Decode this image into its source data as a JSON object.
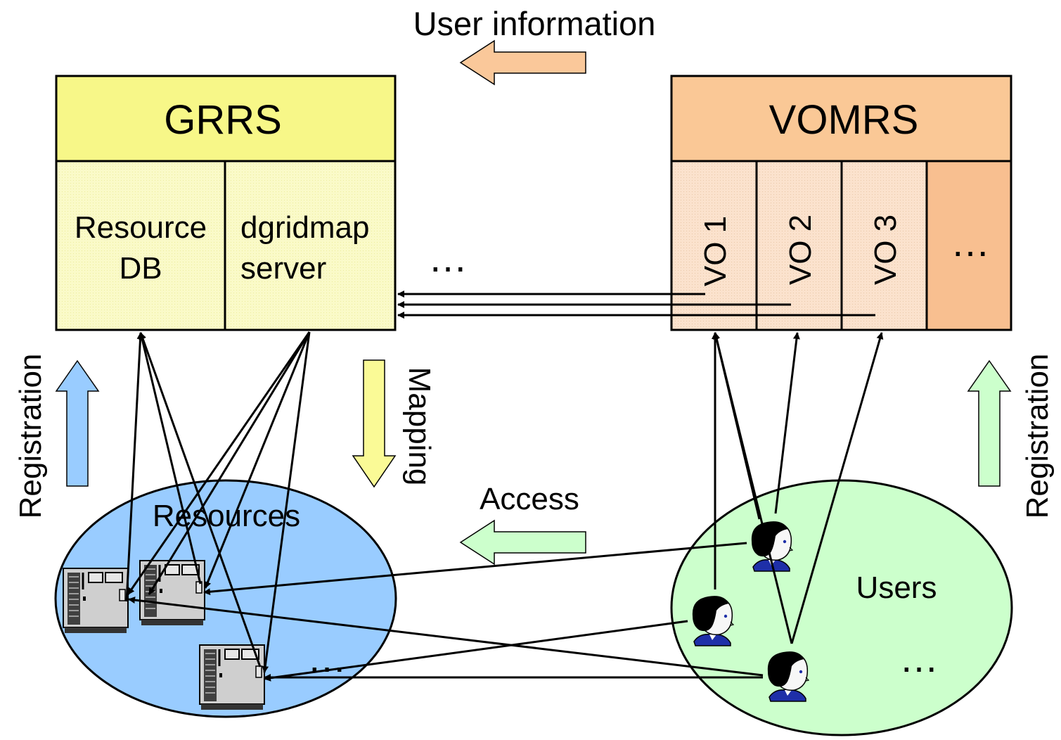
{
  "header": {
    "user_information_label": "User information"
  },
  "grrs": {
    "title": "GRRS",
    "resource_db": {
      "line1": "Resource",
      "line2": "DB"
    },
    "dgridmap_server": {
      "line1": "dgridmap",
      "line2": "server"
    }
  },
  "vomrs": {
    "title": "VOMRS",
    "vos": [
      "VO 1",
      "VO 2",
      "VO 3"
    ],
    "more": "…"
  },
  "between_boxes_more": "…",
  "labels": {
    "registration_left": "Registration",
    "registration_right": "Registration",
    "mapping": "Mapping",
    "access": "Access"
  },
  "resources": {
    "title": "Resources",
    "more": "…"
  },
  "users": {
    "title": "Users",
    "more": "…"
  },
  "colors": {
    "grrs_header": "#f7f788",
    "grrs_body": "#fafac8",
    "vomrs_header": "#fac896",
    "vomrs_body": "#fbe2cd",
    "vomrs_more": "#f8bf90",
    "resources_fill": "#99ccff",
    "users_fill": "#ccffcc",
    "arrow_orange": "#fac89a",
    "arrow_blue": "#99ccff",
    "arrow_yellow": "#fafa96",
    "arrow_green": "#ccffcc"
  }
}
